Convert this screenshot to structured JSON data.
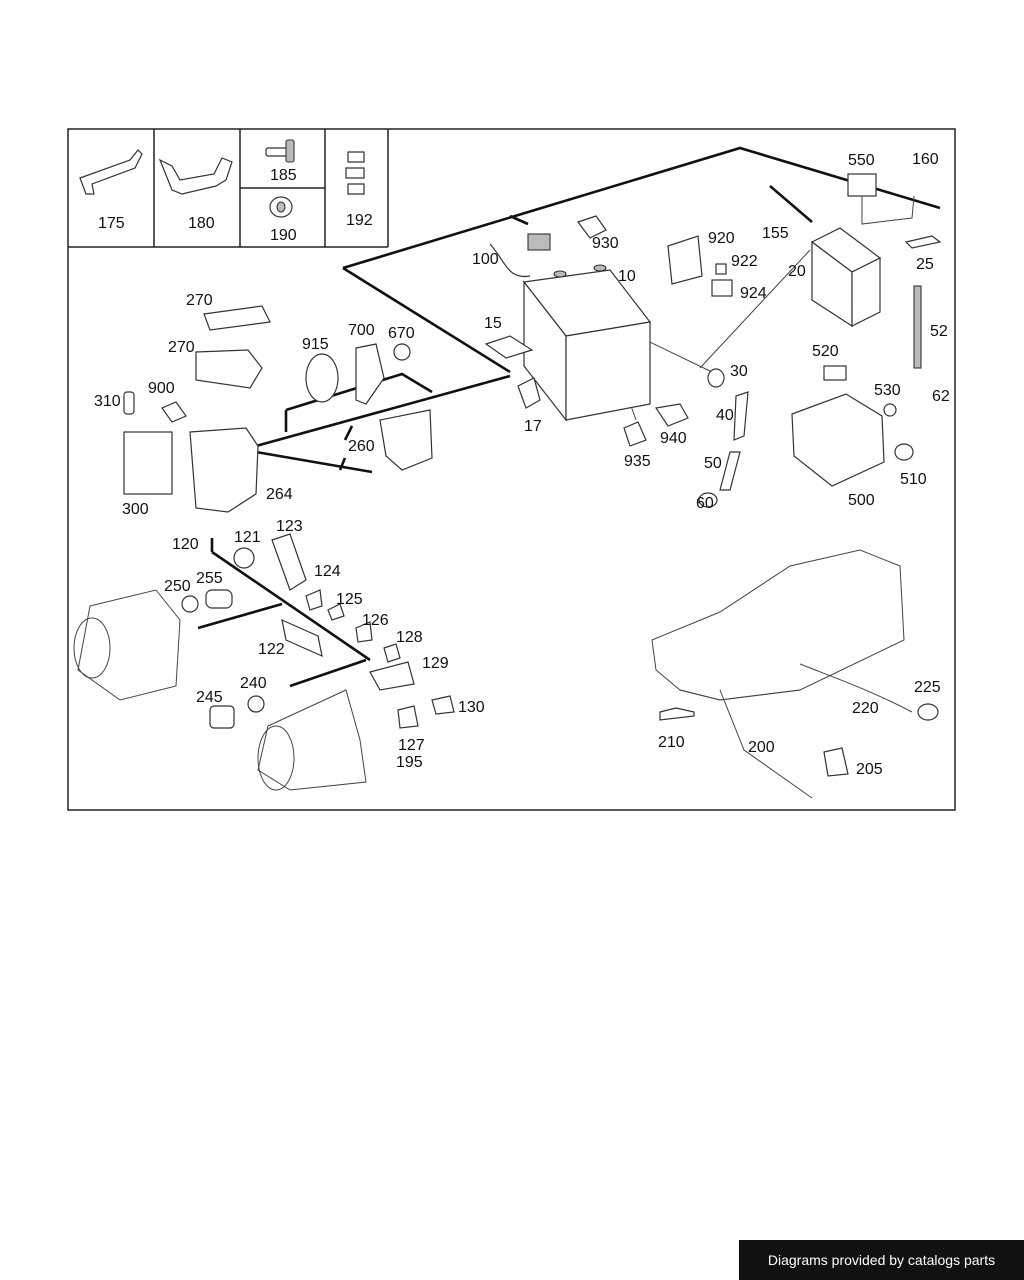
{
  "callouts": {
    "c175": "175",
    "c180": "180",
    "c185": "185",
    "c190": "190",
    "c192": "192",
    "c100": "100",
    "c930": "930",
    "c10": "10",
    "c920": "920",
    "c922": "922",
    "c924": "924",
    "c155": "155",
    "c550": "550",
    "c160": "160",
    "c20": "20",
    "c25": "25",
    "c52": "52",
    "c15": "15",
    "c17": "17",
    "c30": "30",
    "c40": "40",
    "c935": "935",
    "c940": "940",
    "c50": "50",
    "c60": "60",
    "c520": "520",
    "c530": "530",
    "c62": "62",
    "c500": "500",
    "c510": "510",
    "c270a": "270",
    "c270b": "270",
    "c915": "915",
    "c700": "700",
    "c670": "670",
    "c310": "310",
    "c900": "900",
    "c300": "300",
    "c260": "260",
    "c264": "264",
    "c120": "120",
    "c121": "121",
    "c123": "123",
    "c250": "250",
    "c255": "255",
    "c124": "124",
    "c125": "125",
    "c126": "126",
    "c128": "128",
    "c122": "122",
    "c129": "129",
    "c240": "240",
    "c245": "245",
    "c130": "130",
    "c127": "127",
    "c195": "195",
    "c225": "225",
    "c220": "220",
    "c210": "210",
    "c200": "200",
    "c205": "205"
  },
  "footer": {
    "credit": "Diagrams provided by catalogs parts"
  }
}
